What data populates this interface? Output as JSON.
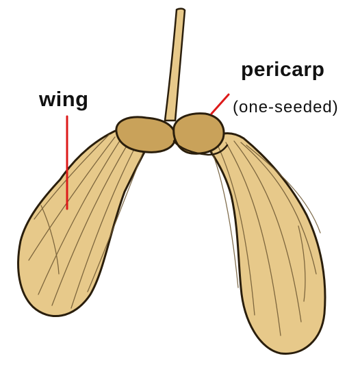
{
  "labels": {
    "wing": "wing",
    "pericarp": "pericarp",
    "pericarp_note": "(one-seeded)"
  },
  "colors": {
    "wing_fill": "#e7c98a",
    "seed_fill": "#c9a25a",
    "outline": "#2a1e0c",
    "vein": "#6b5530",
    "leader_line": "#dd1a1a",
    "background": "#ffffff"
  }
}
